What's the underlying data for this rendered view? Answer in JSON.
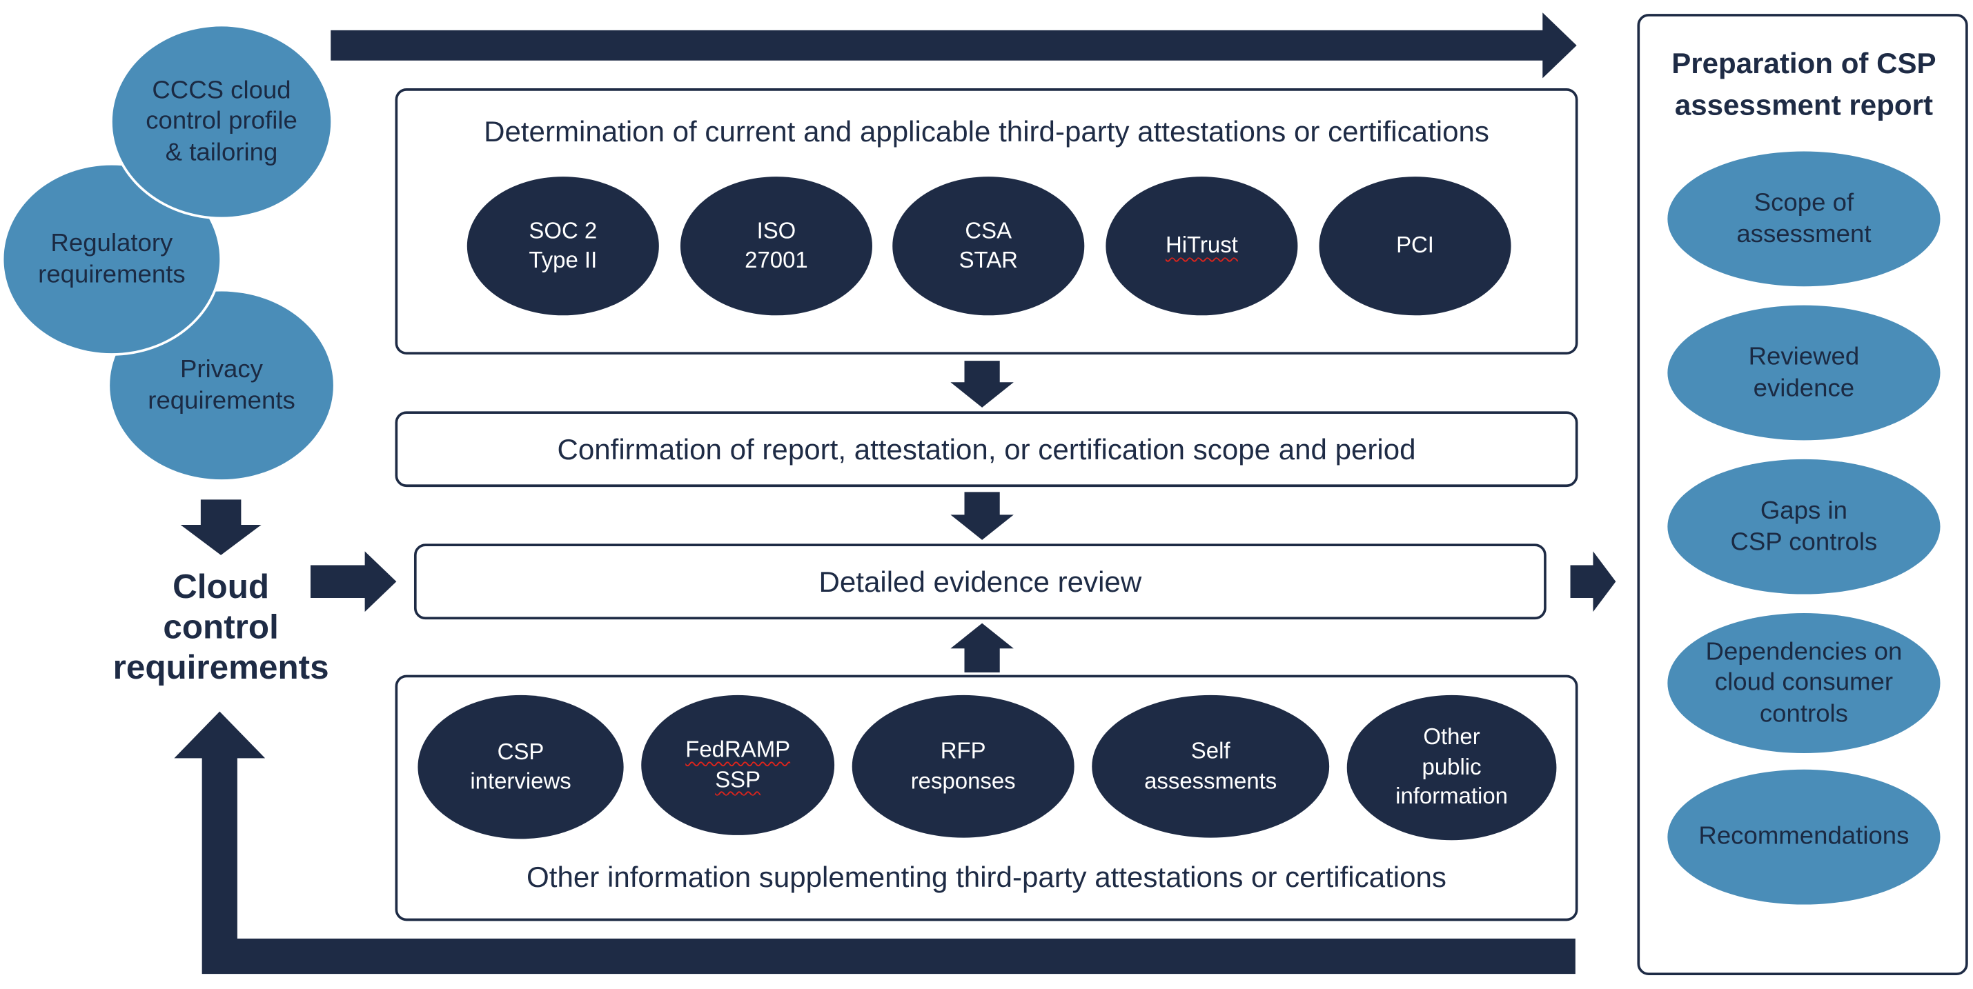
{
  "colors": {
    "navy": "#1e2b45",
    "blue": "#4a8db8",
    "white": "#ffffff"
  },
  "inputs": [
    {
      "label": "CCCS cloud\ncontrol profile\n& tailoring"
    },
    {
      "label": "Regulatory\nrequirements"
    },
    {
      "label": "Privacy\nrequirements"
    }
  ],
  "cloud_requirements": "Cloud\ncontrol\nrequirements",
  "determination": {
    "title": "Determination of current and applicable third-party attestations or certifications",
    "items": [
      {
        "label": "SOC 2\nType II"
      },
      {
        "label": "ISO\n27001"
      },
      {
        "label": "CSA\nSTAR"
      },
      {
        "label": "HiTrust"
      },
      {
        "label": "PCI"
      }
    ]
  },
  "confirmation": {
    "title": "Confirmation of report, attestation, or certification scope and period"
  },
  "evidence_review": {
    "title": "Detailed evidence review"
  },
  "supplementary": {
    "title": "Other information supplementing third-party attestations or certifications",
    "items": [
      {
        "label": "CSP\ninterviews"
      },
      {
        "label": "FedRAMP\nSSP"
      },
      {
        "label": "RFP\nresponses"
      },
      {
        "label": "Self\nassessments"
      },
      {
        "label": "Other\npublic\ninformation"
      }
    ]
  },
  "report": {
    "title": "Preparation of CSP\nassessment report",
    "items": [
      {
        "label": "Scope of\nassessment"
      },
      {
        "label": "Reviewed\nevidence"
      },
      {
        "label": "Gaps in\nCSP controls"
      },
      {
        "label": "Dependencies on\ncloud consumer\ncontrols"
      },
      {
        "label": "Recommendations"
      }
    ]
  }
}
